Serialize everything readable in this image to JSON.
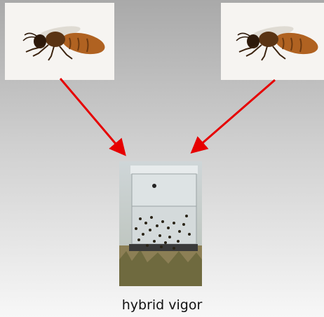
{
  "caption": "hybrid vigor",
  "images": {
    "parent_left": "honey-bee-queen-photo",
    "parent_right": "honey-bee-queen-photo",
    "offspring": "beehive-photo"
  },
  "colors": {
    "arrow": "#e60000",
    "photo_background": "#f5f3f0",
    "bee_body": "#b3661f"
  }
}
